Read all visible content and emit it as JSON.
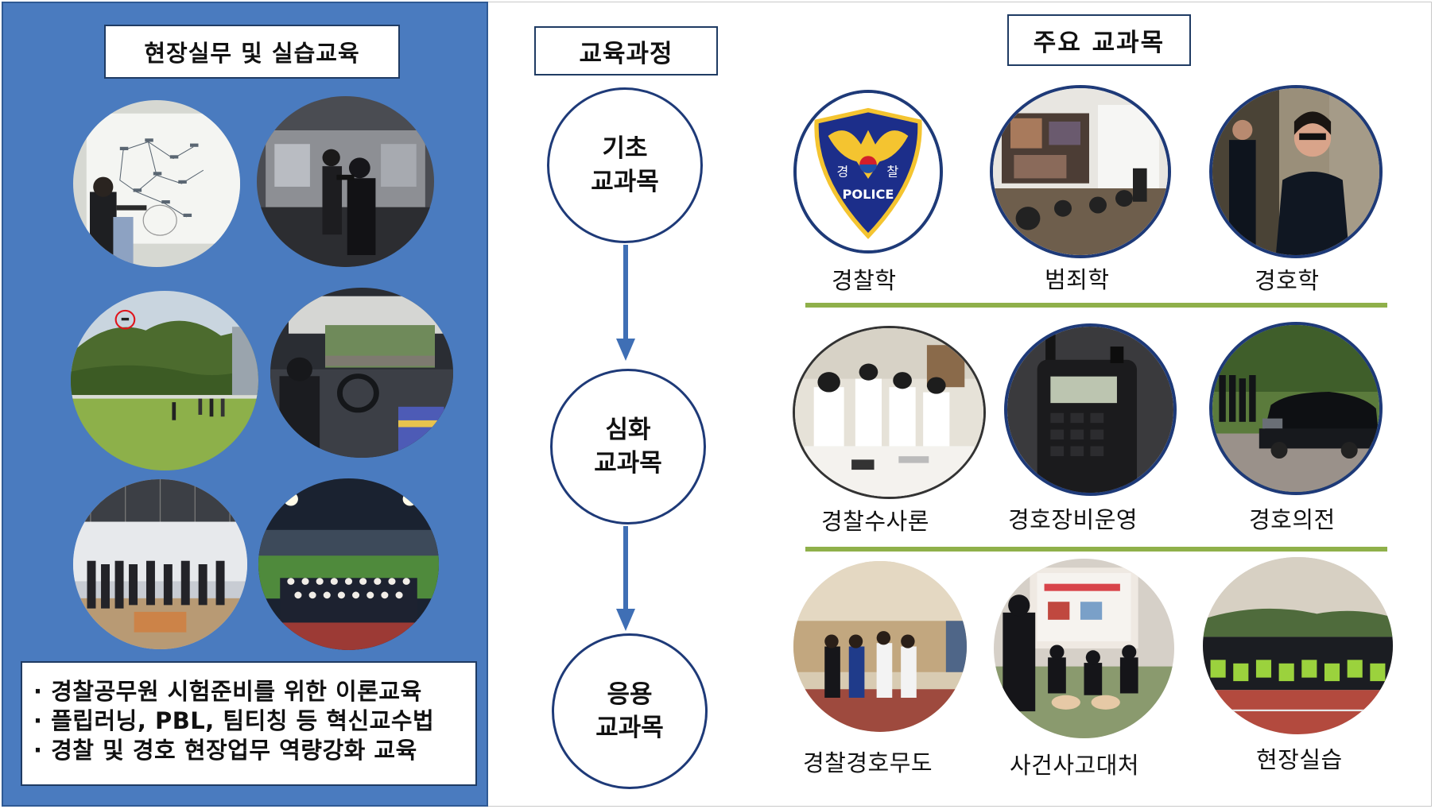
{
  "left_panel": {
    "title": "현장실무 및 실습교육",
    "photo_icons": [
      "lecture-screen-photo",
      "shooting-range-photo",
      "drone-field-photo",
      "driving-simulator-photo",
      "training-hall-photo",
      "stadium-group-photo"
    ],
    "bullets": [
      "· 경찰공무원 시험준비를 위한 이론교육",
      "· 플립러닝, PBL, 팀티칭 등 혁신교수법",
      "· 경찰 및 경호 현장업무 역량강화 교육"
    ]
  },
  "curriculum": {
    "title": "교육과정",
    "stages": [
      {
        "line1": "기초",
        "line2": "교과목"
      },
      {
        "line1": "심화",
        "line2": "교과목"
      },
      {
        "line1": "응용",
        "line2": "교과목"
      }
    ]
  },
  "subjects": {
    "title": "주요 교과목",
    "basic": [
      "경찰학",
      "범죄학",
      "경호학"
    ],
    "advanced": [
      "경찰수사론",
      "경호장비운영",
      "경호의전"
    ],
    "applied": [
      "경찰경호무도",
      "사건사고대처",
      "현장실습"
    ],
    "police_badge": {
      "left_char": "경",
      "right_char": "찰",
      "text": "POLICE"
    }
  },
  "colors": {
    "left_panel_bg": "#4a7bbf",
    "navy": "#1e3a78",
    "divider_green": "#8fb04a",
    "arrow_blue": "#3f6fb5"
  }
}
